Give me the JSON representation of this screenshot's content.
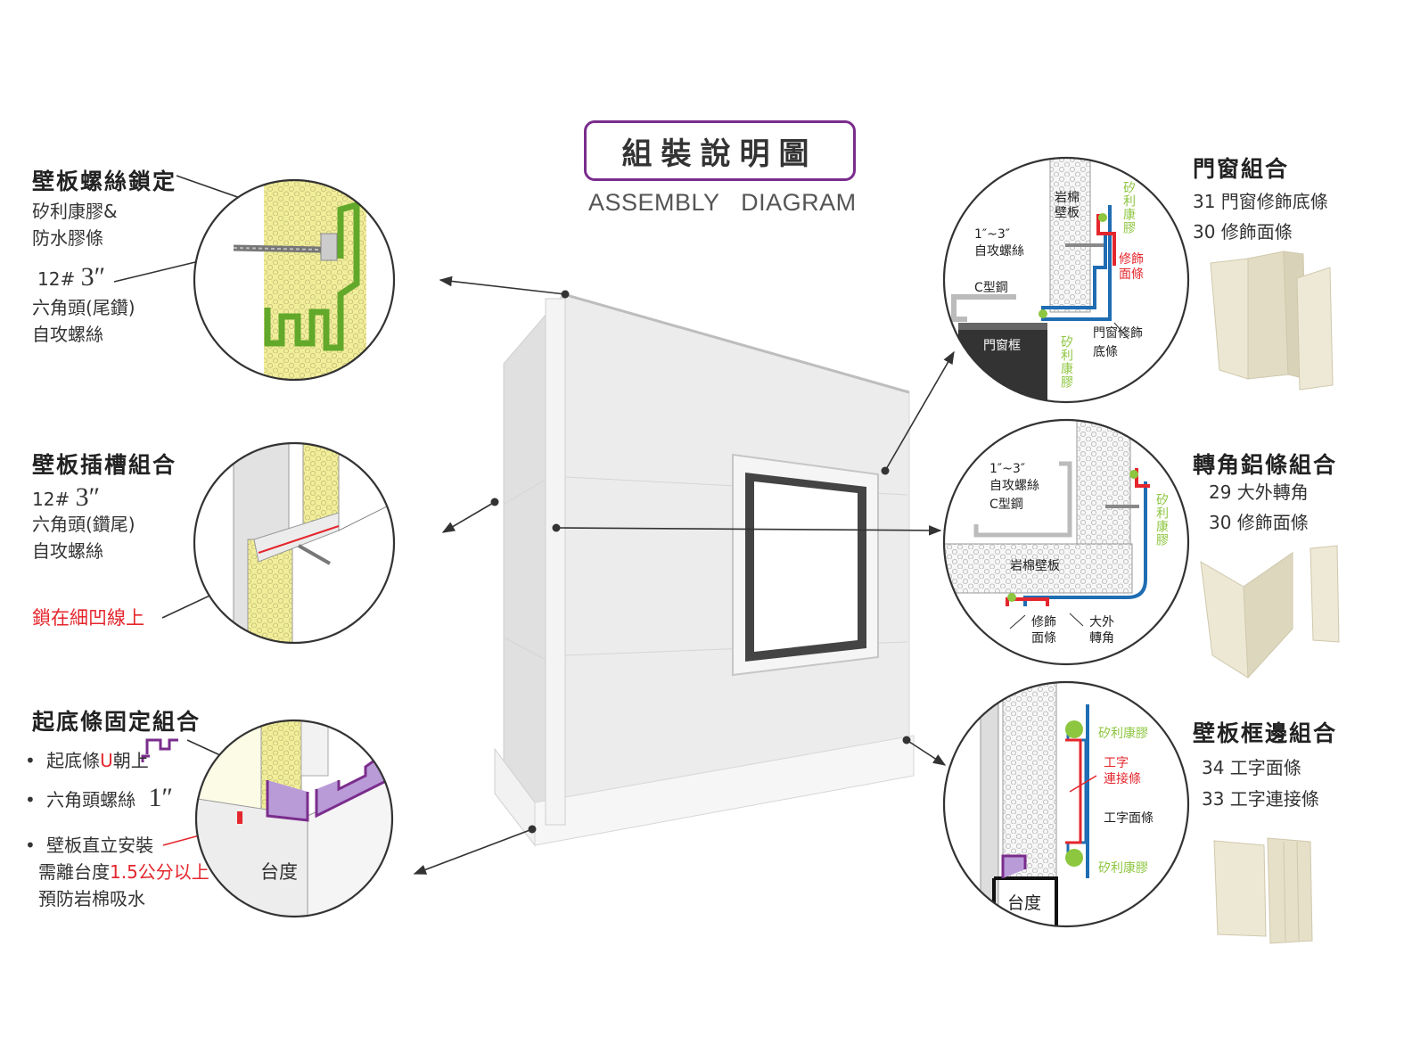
{
  "title": {
    "zh": "組裝說明圖",
    "en": "ASSEMBLY   DIAGRAM"
  },
  "left": {
    "screw": {
      "heading": "壁板螺絲鎖定",
      "line1": "矽利康膠&",
      "line2": "防水膠條",
      "size_prefix": "12#",
      "size": "3″",
      "line3": "六角頭(尾鑽)",
      "line4": "自攻螺絲"
    },
    "slot": {
      "heading": "壁板插槽組合",
      "size_prefix": "12#",
      "size": "3″",
      "line1": "六角頭(鑽尾)",
      "line2": "自攻螺絲",
      "note": "鎖在細凹線上"
    },
    "base": {
      "heading": "起底條固定組合",
      "b1_a": "起底條",
      "b1_u": "U",
      "b1_b": "朝上",
      "b2_a": "六角頭螺絲",
      "b2_size": "1″",
      "b3_a": "壁板直立安裝",
      "b3_b": "需離台度",
      "b3_c": "1.5公分以上",
      "b3_d": "預防岩棉吸水",
      "platform": "台度"
    }
  },
  "right": {
    "door": {
      "heading": "門窗組合",
      "item1": "31 門窗修飾底條",
      "item2": "30 修飾面條",
      "c_rockwool": "岩棉壁板",
      "c_silicone": "矽利康膠",
      "c_trim": "修飾面條",
      "c_screw1": "1″~3″",
      "c_screw2": "自攻螺絲",
      "c_csteel": "C型鋼",
      "c_frame": "門窗框",
      "c_silicone2": "矽利康膠",
      "c_base1": "門窗修飾",
      "c_base2": "底條"
    },
    "corner": {
      "heading": "轉角鋁條組合",
      "item1": "29 大外轉角",
      "item2": "30 修飾面條",
      "c_screw1": "1″~3″",
      "c_screw2": "自攻螺絲",
      "c_csteel": "C型鋼",
      "c_rockwool": "岩棉壁板",
      "c_silicone": "矽利康膠",
      "c_trim1": "修飾",
      "c_trim2": "面條",
      "c_outer1": "大外",
      "c_outer2": "轉角"
    },
    "frame": {
      "heading": "壁板框邊組合",
      "item1": "34  工字面條",
      "item2": "33 工字連接條",
      "c_silicone_top": "矽利康膠",
      "c_connector1": "工字",
      "c_connector2": "連接條",
      "c_hface": "工字面條",
      "c_silicone_bot": "矽利康膠",
      "c_platform": "台度"
    }
  },
  "colors": {
    "purple": "#7a2d8c",
    "green": "#8dc63f",
    "red": "#e4262d",
    "blue": "#1f6db3",
    "foam": "#f1ee9a",
    "panel": "#ebebeb"
  }
}
